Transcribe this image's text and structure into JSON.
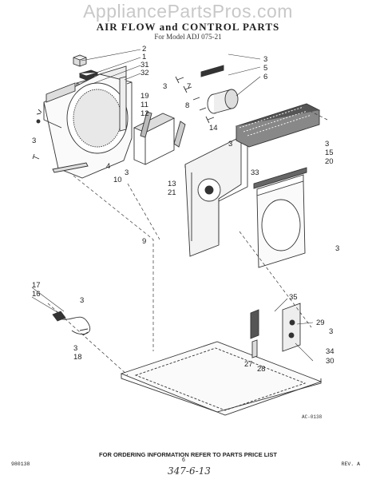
{
  "watermark": "AppliancePartsPros.com",
  "title": "AIR FLOW and CONTROL PARTS",
  "subtitle": "For Model ADJ 075-21",
  "footer": {
    "ordering": "FOR ORDERING INFORMATION REFER TO PARTS PRICE LIST",
    "left_code": "980138",
    "page": "6",
    "rev": "REV. A",
    "handwritten": "347-6-13"
  },
  "drawing_ref": "AC-0138",
  "callouts": [
    "2",
    "1",
    "31",
    "32",
    "3",
    "5",
    "6",
    "3",
    "7",
    "8",
    "14",
    "19",
    "11",
    "12",
    "3",
    "4",
    "3",
    "10",
    "13",
    "21",
    "9",
    "33",
    "3",
    "15",
    "20",
    "3",
    "3",
    "17",
    "16",
    "3",
    "3",
    "18",
    "35",
    "29",
    "3",
    "34",
    "30",
    "27",
    "28"
  ]
}
